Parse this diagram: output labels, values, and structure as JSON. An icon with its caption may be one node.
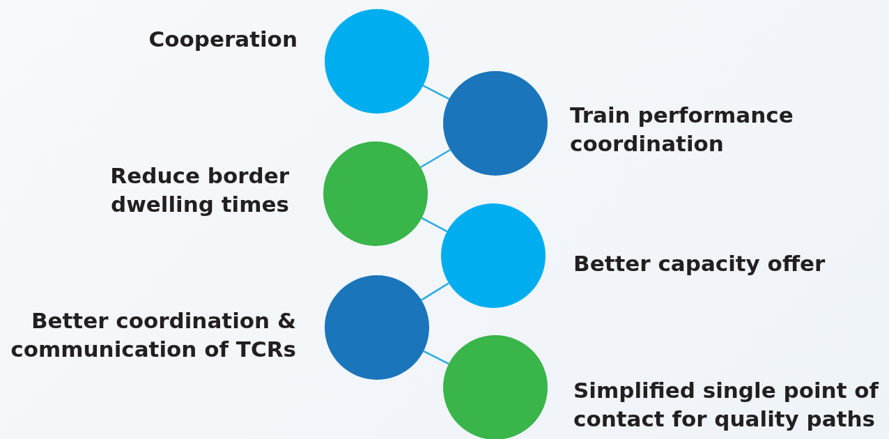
{
  "diagram": {
    "nodes": [
      {
        "text": [],
        "shape": "circle",
        "beside": [
          "Cooperation"
        ]
      },
      {
        "text": [],
        "shape": "circle",
        "beside": [
          "Train performance coordination"
        ]
      },
      {
        "text": [],
        "shape": "circle",
        "beside": [
          "Reduce border dwelling times"
        ]
      },
      {
        "text": [],
        "shape": "circle",
        "beside": [
          "Better capacity offer"
        ]
      },
      {
        "text": [],
        "shape": "circle",
        "beside": [
          "Better coordination & communication of TCRs"
        ]
      },
      {
        "text": [],
        "shape": "circle",
        "beside": [
          "Simplified single point of contact for quality paths"
        ]
      }
    ],
    "edges": [
      {
        "from": 0,
        "to": 1,
        "arrow": "none"
      },
      {
        "from": 1,
        "to": 2,
        "arrow": "none"
      },
      {
        "from": 2,
        "to": 3,
        "arrow": "none"
      },
      {
        "from": 3,
        "to": 4,
        "arrow": "none"
      },
      {
        "from": 4,
        "to": 5,
        "arrow": "none"
      }
    ]
  }
}
